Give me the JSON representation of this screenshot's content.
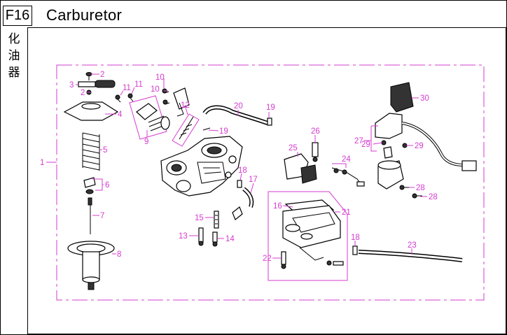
{
  "header": {
    "section_code": "F16",
    "title": "Carburetor",
    "chinese_label": [
      "化",
      "油",
      "器"
    ]
  },
  "colors": {
    "callout": "#d63bd0",
    "line": "#000000",
    "background": "#ffffff"
  },
  "callouts": [
    {
      "id": "c1",
      "label": "1"
    },
    {
      "id": "c2a",
      "label": "2"
    },
    {
      "id": "c2b",
      "label": "2"
    },
    {
      "id": "c3",
      "label": "3"
    },
    {
      "id": "c4",
      "label": "4"
    },
    {
      "id": "c5",
      "label": "5"
    },
    {
      "id": "c6",
      "label": "6"
    },
    {
      "id": "c7",
      "label": "7"
    },
    {
      "id": "c8",
      "label": "8"
    },
    {
      "id": "c9",
      "label": "9"
    },
    {
      "id": "c10a",
      "label": "10"
    },
    {
      "id": "c10b",
      "label": "10"
    },
    {
      "id": "c11a",
      "label": "11"
    },
    {
      "id": "c11b",
      "label": "11"
    },
    {
      "id": "c12",
      "label": "12"
    },
    {
      "id": "c13",
      "label": "13"
    },
    {
      "id": "c14",
      "label": "14"
    },
    {
      "id": "c15",
      "label": "15"
    },
    {
      "id": "c16",
      "label": "16"
    },
    {
      "id": "c17",
      "label": "17"
    },
    {
      "id": "c18a",
      "label": "18"
    },
    {
      "id": "c18b",
      "label": "18"
    },
    {
      "id": "c19a",
      "label": "19"
    },
    {
      "id": "c19b",
      "label": "19"
    },
    {
      "id": "c20",
      "label": "20"
    },
    {
      "id": "c21",
      "label": "21"
    },
    {
      "id": "c22",
      "label": "22"
    },
    {
      "id": "c23",
      "label": "23"
    },
    {
      "id": "c24",
      "label": "24"
    },
    {
      "id": "c25",
      "label": "25"
    },
    {
      "id": "c26",
      "label": "26"
    },
    {
      "id": "c27",
      "label": "27"
    },
    {
      "id": "c28a",
      "label": "28"
    },
    {
      "id": "c28b",
      "label": "28"
    },
    {
      "id": "c29a",
      "label": "29"
    },
    {
      "id": "c29b",
      "label": "29"
    },
    {
      "id": "c30",
      "label": "30"
    }
  ]
}
